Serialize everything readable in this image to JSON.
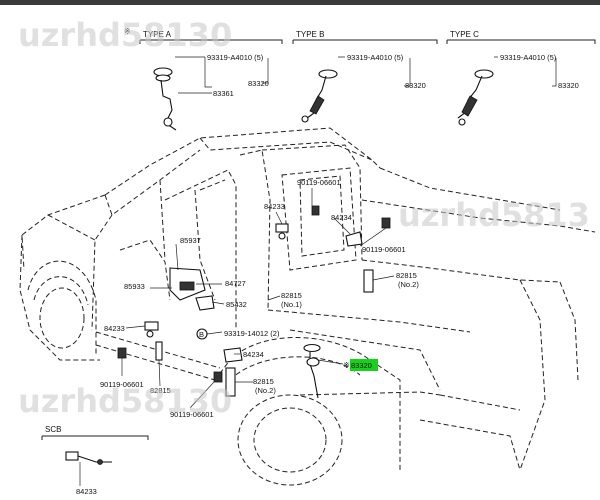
{
  "watermarks": [
    "uzrhd58130",
    "uzrhd58130",
    "uzrhd5813"
  ],
  "header": {
    "note_mark": "※",
    "type_a": "TYPE A",
    "type_b": "TYPE B",
    "type_c": "TYPE C"
  },
  "type_a": {
    "bolt": "93319-A4010 (5)",
    "part_upper": "83320",
    "part_lower": "83361"
  },
  "type_b": {
    "bolt": "93319-A4010 (5)",
    "part": "83320"
  },
  "type_c": {
    "bolt": "93319-A4010 (5)",
    "part": "83320"
  },
  "labels": {
    "p90119_06601_top": "90119-06601",
    "p84233_top": "84233",
    "p84234_right": "84234",
    "p90119_06601_right": "90119-06601",
    "p85937": "85937",
    "p84727": "84727",
    "p85933": "85933",
    "p85432": "85432",
    "p82815_no1_a": "82815",
    "p82815_no1_b": "(No.1)",
    "p82815_no2_right_a": "82815",
    "p82815_no2_right_b": "(No.2)",
    "p84233_left": "84233",
    "p93319_14012": "93319-14012 (2)",
    "p84234_lower": "84234",
    "p90119_06601_left": "90119-06601",
    "p82815_lower": "82815",
    "p82815_no2_lower_a": "82815",
    "p82815_no2_lower_b": "(No.2)",
    "p90119_06601_bottom": "90119-06601",
    "circle_b": "B",
    "note_mark_main": "※",
    "highlight_part": "83320"
  },
  "scb": {
    "title": "SCB",
    "part": "84233"
  },
  "colors": {
    "highlight": "#17d11a",
    "watermark": "#c8c8c8"
  }
}
